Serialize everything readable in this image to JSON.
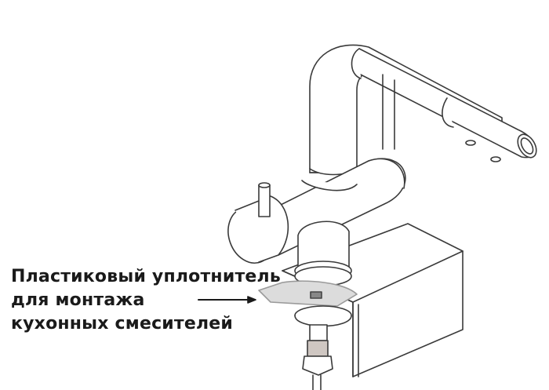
{
  "diagram": {
    "subject": "kitchen faucet installation",
    "callout": {
      "lines": [
        "Пластиковый уплотнитель",
        "для монтажа",
        "кухонных смесителей"
      ],
      "target": "plastic-seal-gasket"
    },
    "parts": [
      "pull-out-spout",
      "vertical-body",
      "side-handle-lever",
      "filter-water-lever",
      "mixer-body",
      "top-mounting-ring",
      "plastic-seal-gasket",
      "bottom-mounting-ring",
      "hose-connector",
      "countertop-block"
    ],
    "colors": {
      "line": "#3a3a3a",
      "seal_fill": "#dcdcdc",
      "text": "#1a1a1a",
      "background": "#ffffff"
    }
  }
}
